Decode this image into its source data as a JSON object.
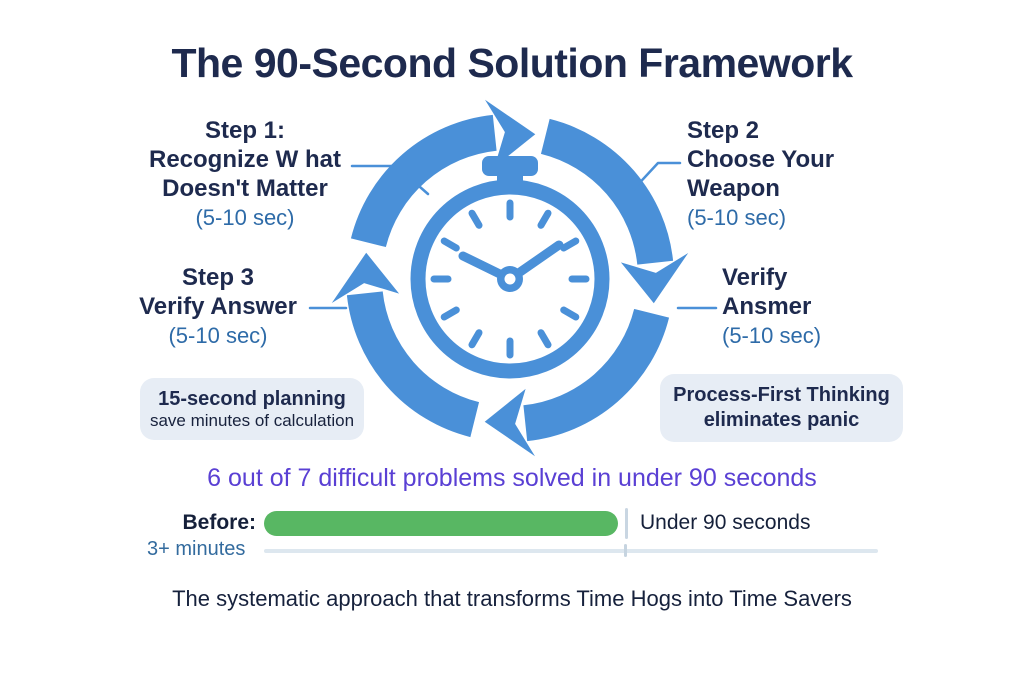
{
  "title": "The 90-Second Solution Framework",
  "cycle": {
    "icon": "stopwatch-cycle-icon",
    "steps": [
      {
        "heading": "Step 1:",
        "lines": [
          "Recognize W hat",
          "Doesn't Matter"
        ],
        "time": "(5-10 sec)"
      },
      {
        "heading": "Step 2",
        "lines": [
          "Choose Your",
          "Weapon"
        ],
        "time": "(5-10 sec)"
      },
      {
        "heading": "Step 3",
        "lines": [
          "Verify Answer"
        ],
        "time": "(5-10 sec)"
      },
      {
        "heading": "Verify",
        "lines": [
          "Ansmer"
        ],
        "time": "(5-10 sec)"
      }
    ]
  },
  "callouts": [
    {
      "line1": "15-second planning",
      "line2": "save minutes of calculation"
    },
    {
      "line1": "Process-First Thinking",
      "line2": "eliminates panic"
    }
  ],
  "highlight": "6 out of 7 difficult problems solved in under 90 seconds",
  "comparison": {
    "before_label": "Before:",
    "result_label": "Under 90 seconds",
    "duration_label": "3+ minutes"
  },
  "footer": "The systematic approach that transforms Time Hogs into Time Savers",
  "colors": {
    "accent_blue": "#4a90d8",
    "navy": "#1e2a4e",
    "steel_blue": "#2e6ba8",
    "purple": "#5a40d4",
    "green": "#58b763",
    "callout_bg": "#e7edf5",
    "track_gray": "#dde7ef"
  }
}
